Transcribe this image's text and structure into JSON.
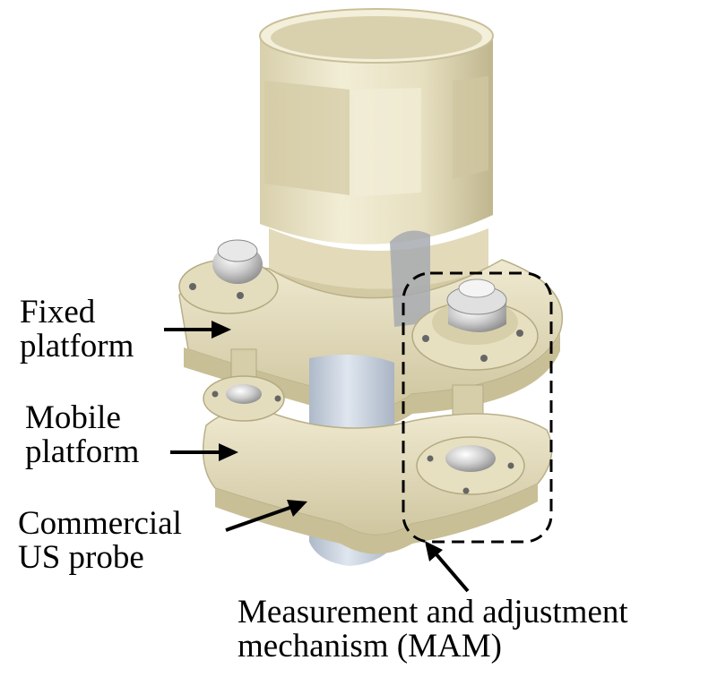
{
  "labels": {
    "fixed_platform": [
      "Fixed",
      "platform"
    ],
    "mobile_platform": [
      "Mobile",
      "platform"
    ],
    "commercial_probe": [
      "Commercial",
      "US probe"
    ],
    "mam": [
      "Measurement and adjustment",
      "mechanism (MAM)"
    ]
  },
  "colors": {
    "body_ivory": "#e9e2c4",
    "body_shade": "#cfc6a0",
    "body_light": "#f3eed8",
    "probe_blue": "#c9d3e0",
    "metal": "#c8c8c8",
    "ink": "#000000"
  }
}
